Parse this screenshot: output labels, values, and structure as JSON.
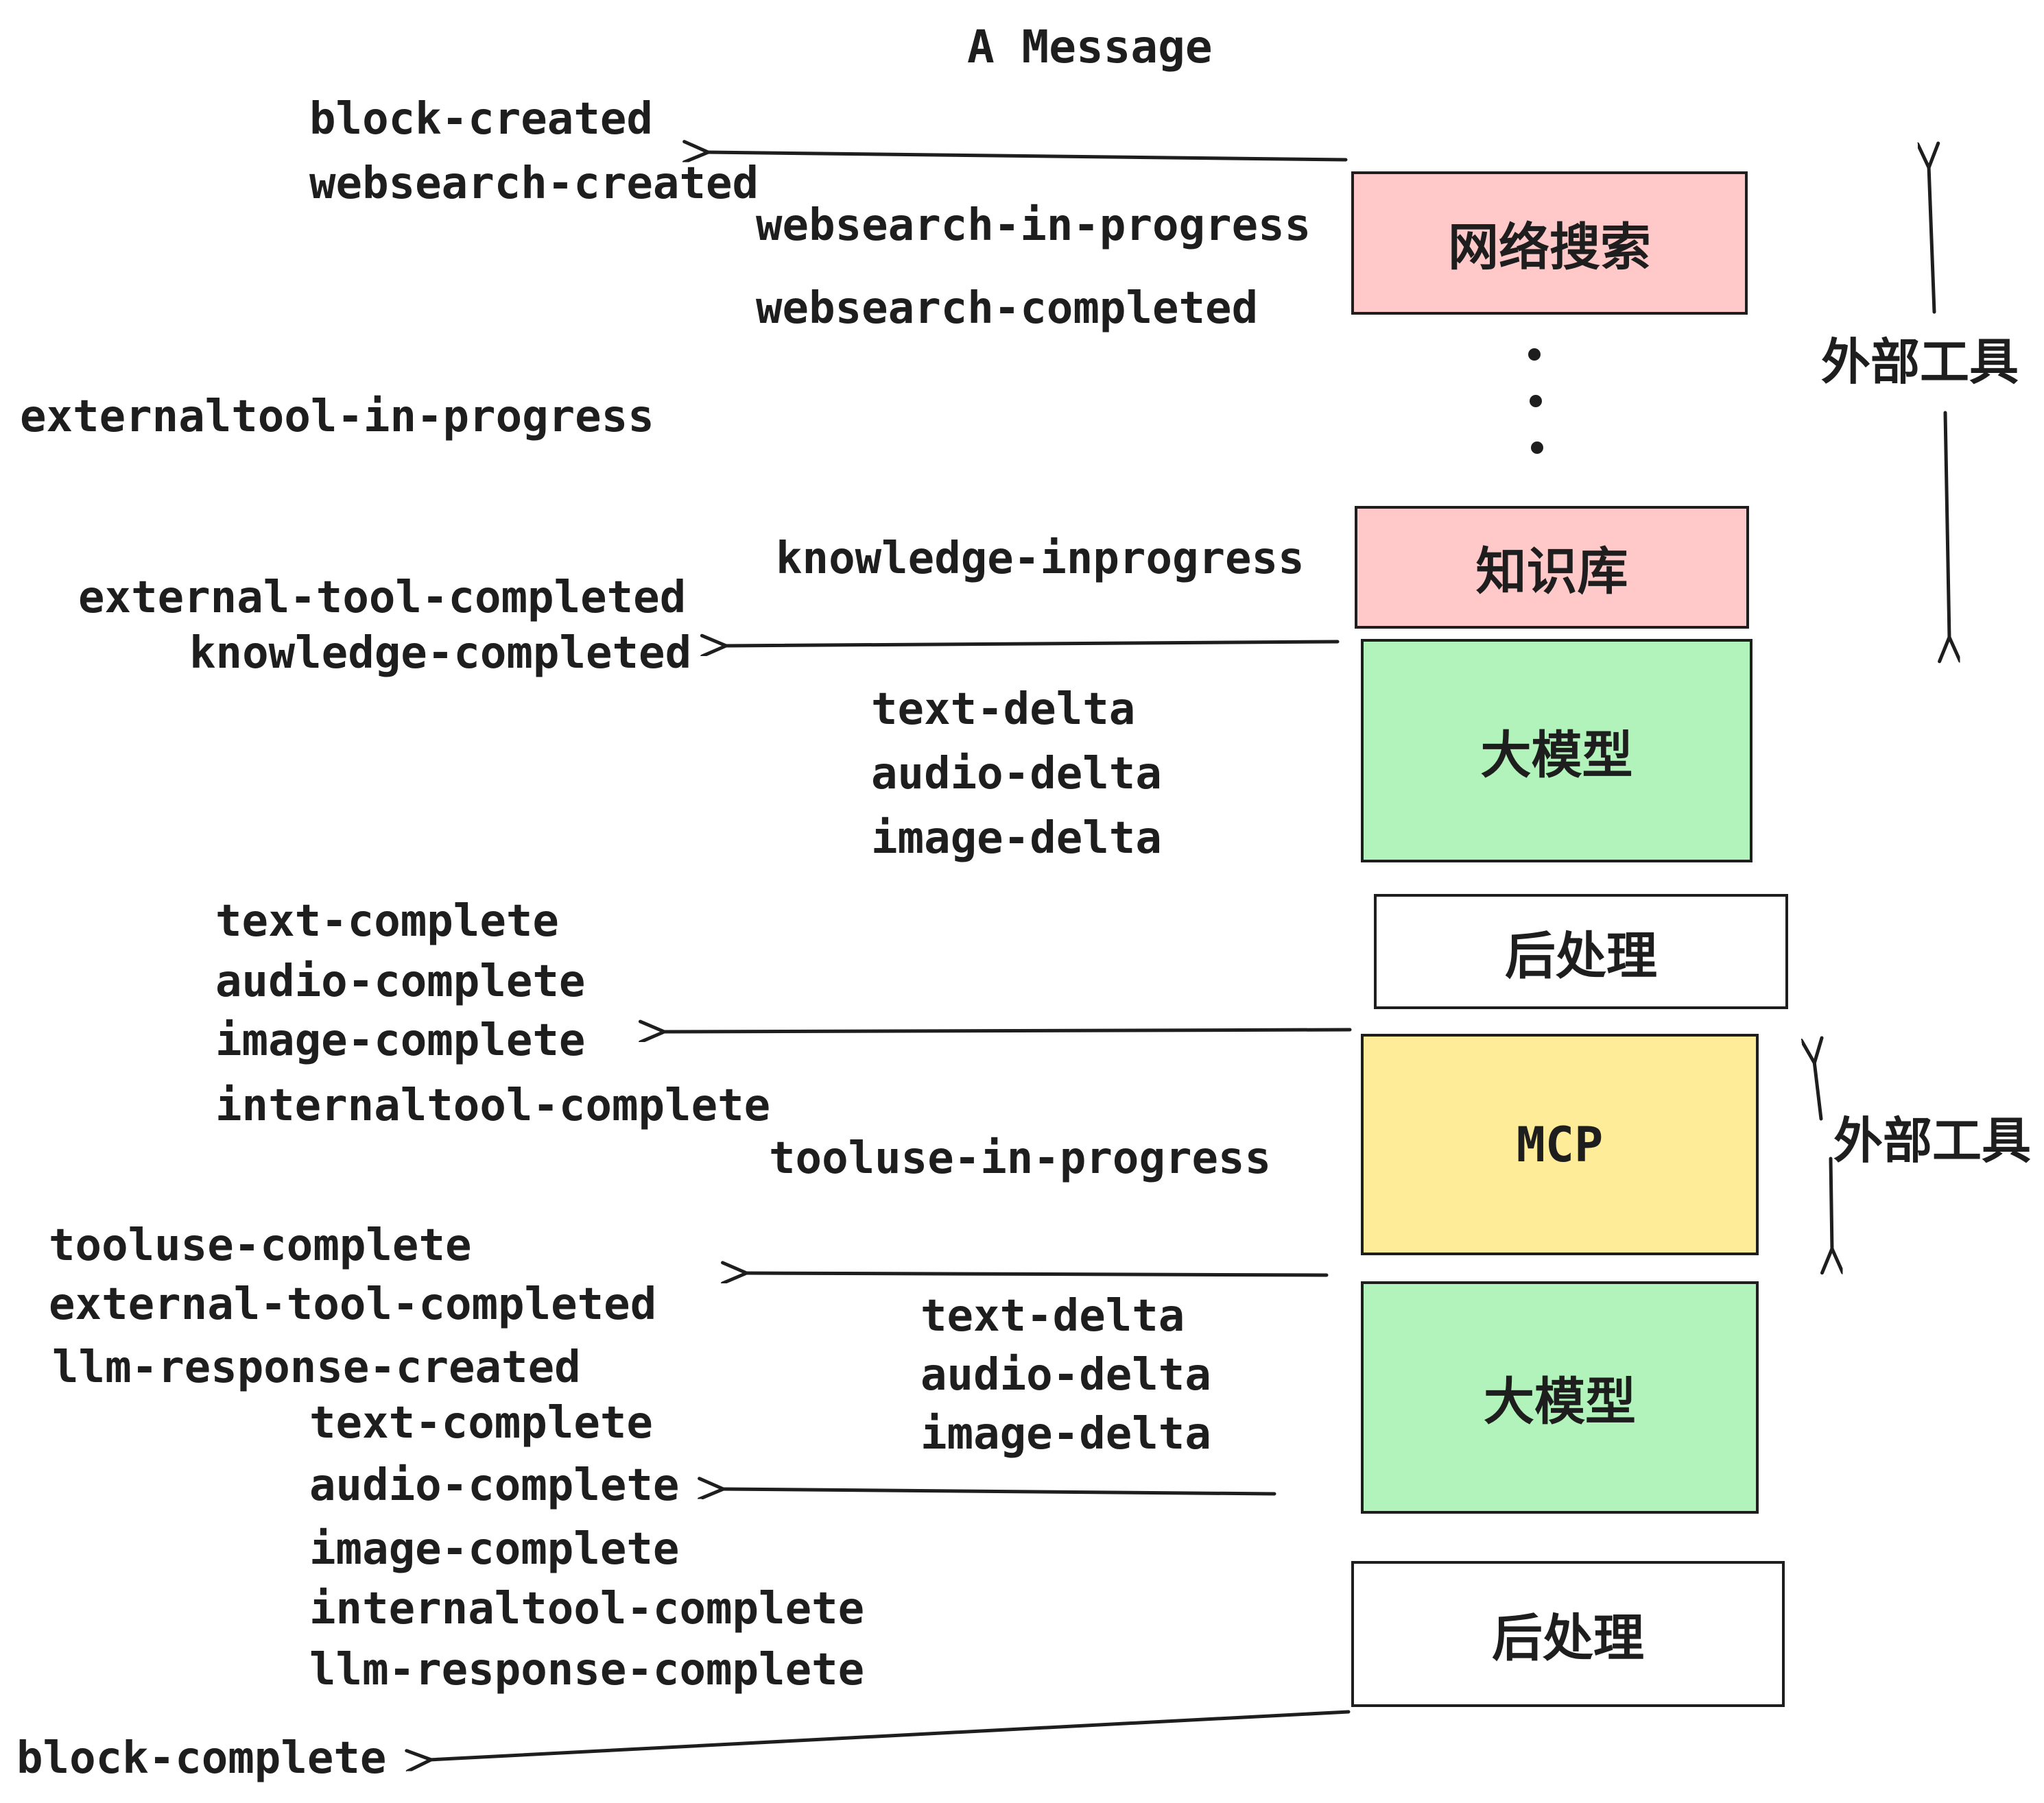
{
  "title": "A Message",
  "palette": {
    "pink": "#ffc9c9",
    "green": "#b2f2bb",
    "yellow": "#ffec99",
    "white": "#ffffff",
    "stroke": "#1e1e1e"
  },
  "boxes": [
    {
      "label": "网络搜索",
      "fill": "#ffc9c9"
    },
    {
      "label": "知识库",
      "fill": "#ffc9c9"
    },
    {
      "label": "大模型",
      "fill": "#b2f2bb"
    },
    {
      "label": "后处理",
      "fill": "#ffffff"
    },
    {
      "label": "MCP",
      "fill": "#ffec99"
    },
    {
      "label": "大模型",
      "fill": "#b2f2bb"
    },
    {
      "label": "后处理",
      "fill": "#ffffff"
    }
  ],
  "side_labels": {
    "external_tools_top": "外部工具",
    "external_tools_bottom": "外部工具"
  },
  "events": {
    "block_created": "block-created",
    "websearch_created": "websearch-created",
    "websearch_in_progress": "websearch-in-progress",
    "websearch_completed": "websearch-completed",
    "externaltool_in_progress": "externaltool-in-progress",
    "knowledge_inprogress": "knowledge-inprogress",
    "external_tool_completed_1": "external-tool-completed",
    "knowledge_completed": "knowledge-completed",
    "text_delta_1": "text-delta",
    "audio_delta_1": "audio-delta",
    "image_delta_1": "image-delta",
    "text_complete_1": "text-complete",
    "audio_complete_1": "audio-complete",
    "image_complete_1": "image-complete",
    "internaltool_complete_1": "internaltool-complete",
    "tooluse_in_progress": "tooluse-in-progress",
    "tooluse_complete": "tooluse-complete",
    "external_tool_completed_2": "external-tool-completed",
    "llm_response_created": "llm-response-created",
    "text_delta_2": "text-delta",
    "audio_delta_2": "audio-delta",
    "image_delta_2": "image-delta",
    "text_complete_2": "text-complete",
    "audio_complete_2": "audio-complete",
    "image_complete_2": "image-complete",
    "internaltool_complete_2": "internaltool-complete",
    "llm_response_complete": "llm-response-complete",
    "block_complete": "block-complete"
  }
}
